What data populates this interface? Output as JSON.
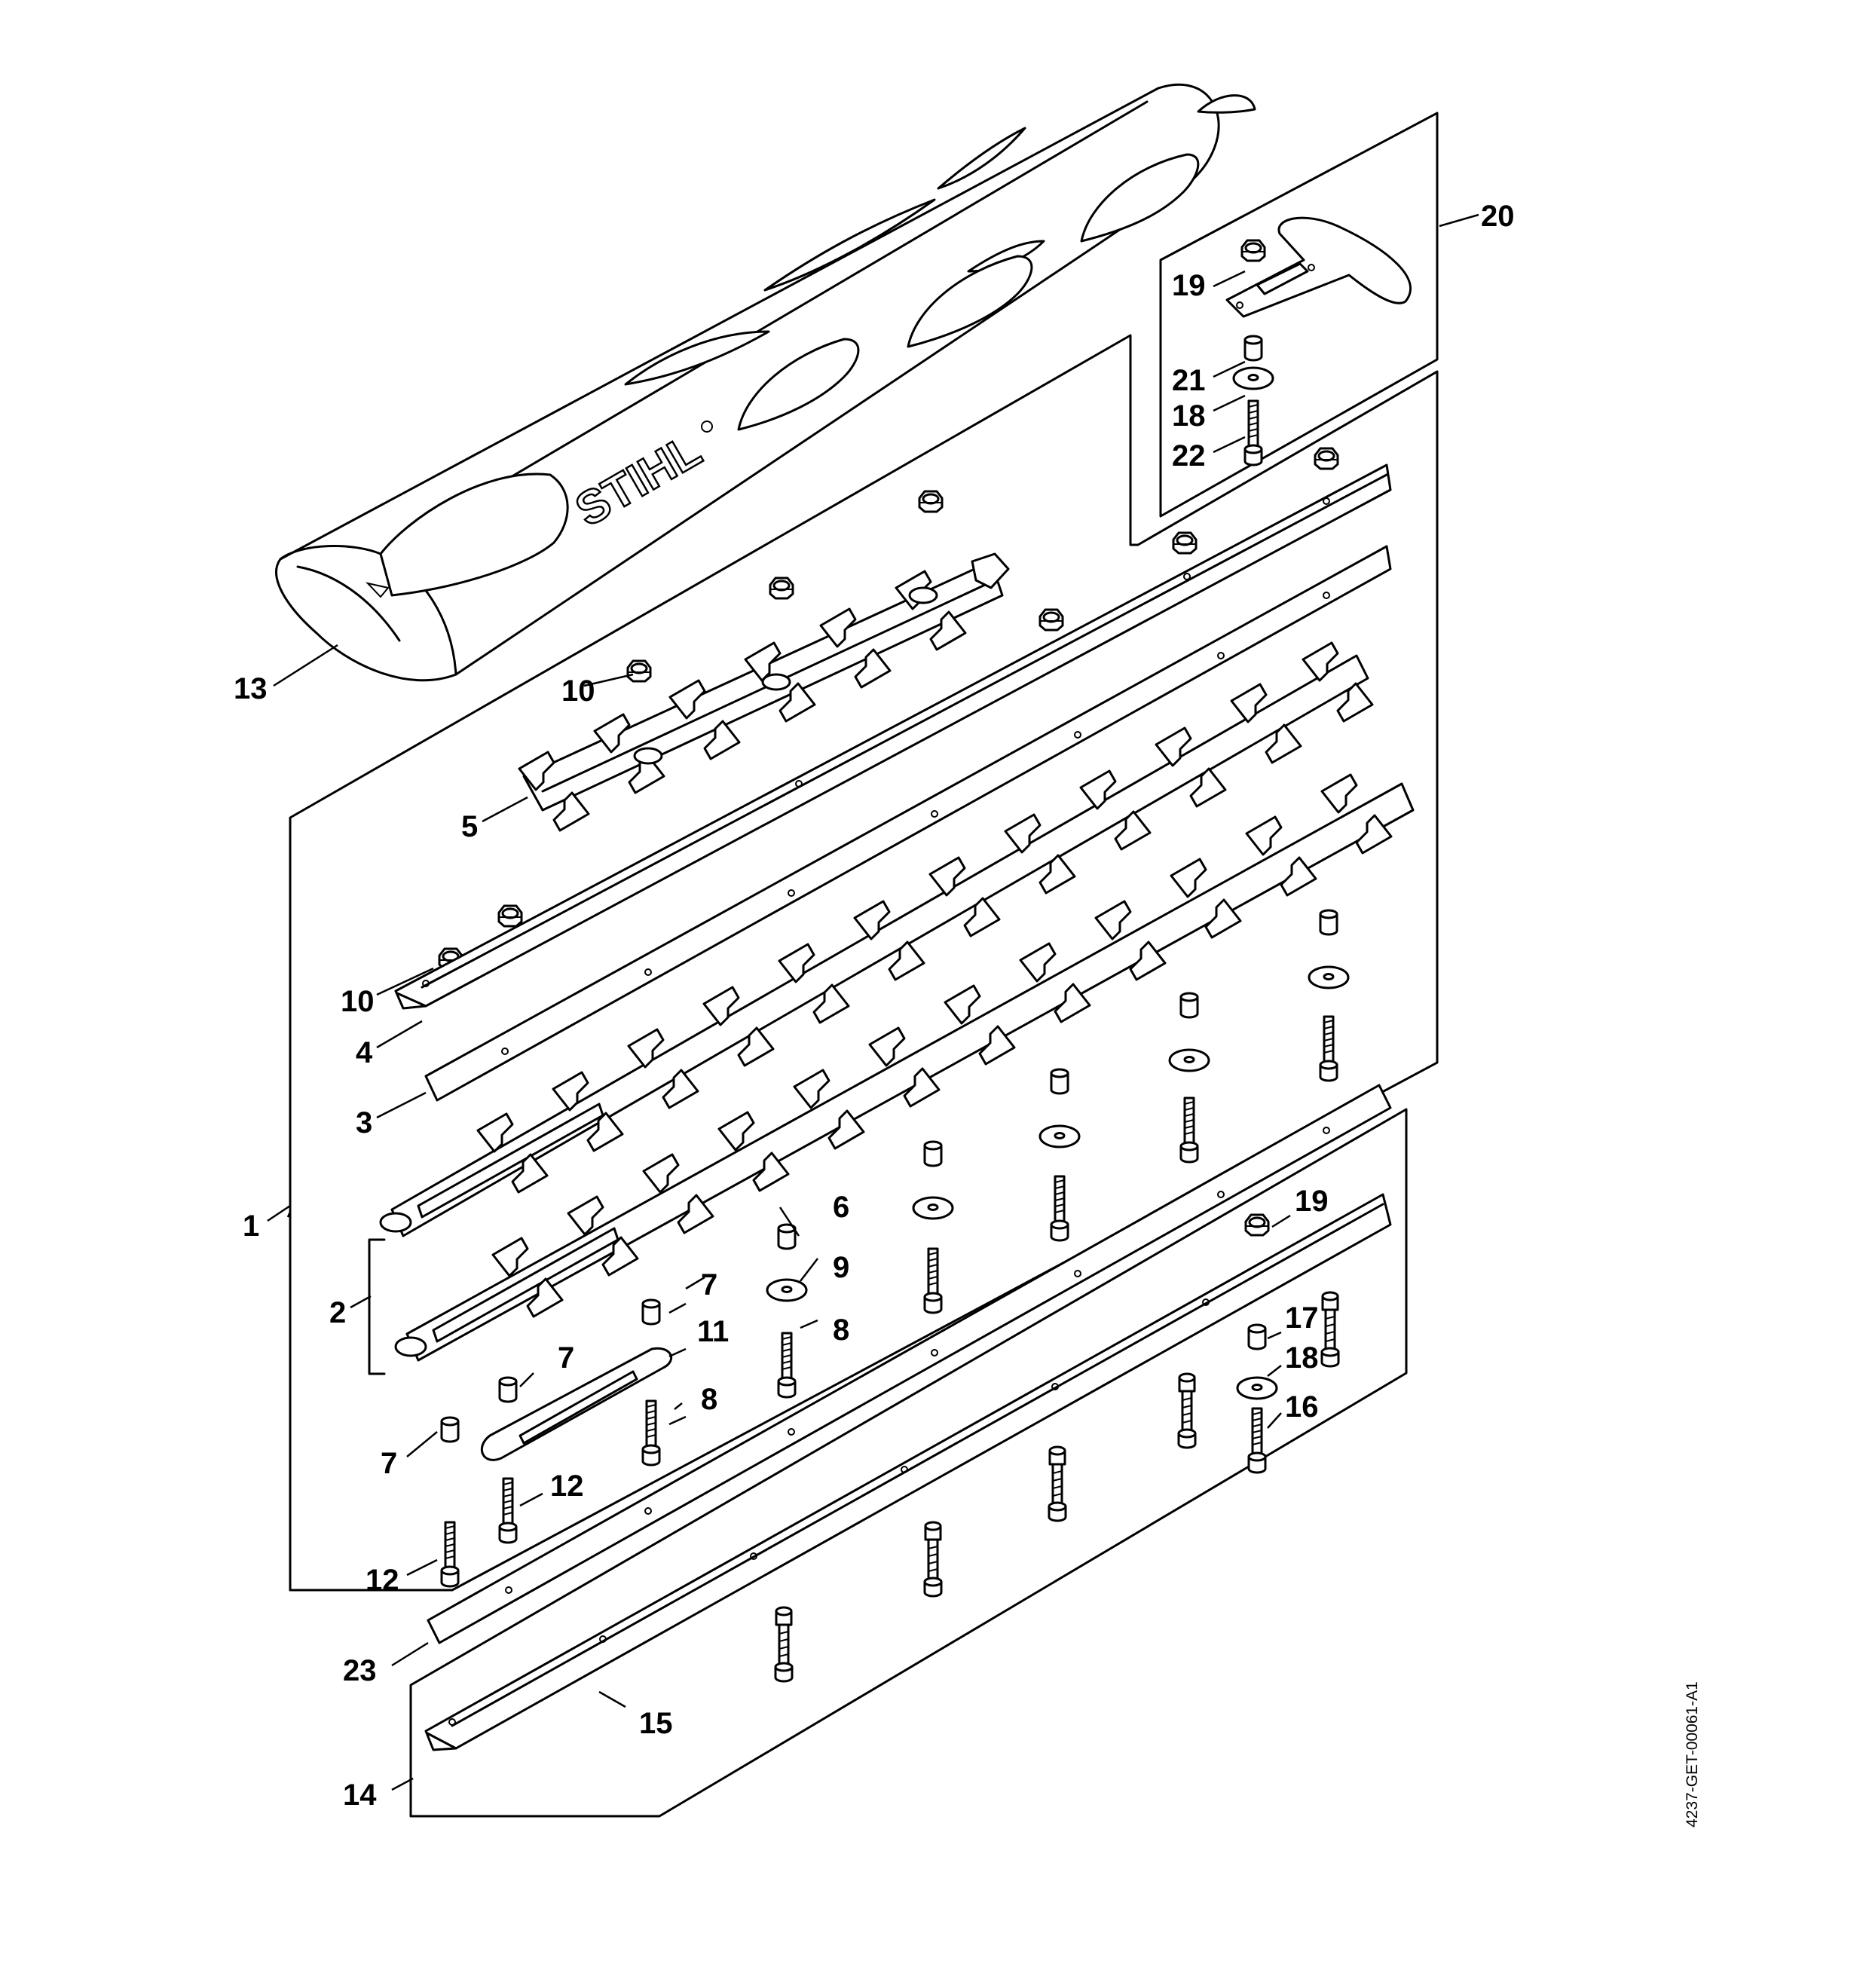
{
  "diagram": {
    "logo_text": "STIHL",
    "doc_id": "4237-GET-00061-A1",
    "labels": [
      {
        "id": "l1",
        "text": "1"
      },
      {
        "id": "l2",
        "text": "2"
      },
      {
        "id": "l3",
        "text": "3"
      },
      {
        "id": "l4",
        "text": "4"
      },
      {
        "id": "l5",
        "text": "5"
      },
      {
        "id": "l6",
        "text": "6"
      },
      {
        "id": "l7a",
        "text": "7"
      },
      {
        "id": "l7b",
        "text": "7"
      },
      {
        "id": "l7c",
        "text": "7"
      },
      {
        "id": "l8a",
        "text": "8"
      },
      {
        "id": "l8b",
        "text": "8"
      },
      {
        "id": "l9",
        "text": "9"
      },
      {
        "id": "l10a",
        "text": "10"
      },
      {
        "id": "l10b",
        "text": "10"
      },
      {
        "id": "l11",
        "text": "11"
      },
      {
        "id": "l12a",
        "text": "12"
      },
      {
        "id": "l12b",
        "text": "12"
      },
      {
        "id": "l13",
        "text": "13"
      },
      {
        "id": "l14",
        "text": "14"
      },
      {
        "id": "l15",
        "text": "15"
      },
      {
        "id": "l16",
        "text": "16"
      },
      {
        "id": "l17",
        "text": "17"
      },
      {
        "id": "l18a",
        "text": "18"
      },
      {
        "id": "l18b",
        "text": "18"
      },
      {
        "id": "l19a",
        "text": "19"
      },
      {
        "id": "l19b",
        "text": "19"
      },
      {
        "id": "l20",
        "text": "20"
      },
      {
        "id": "l21",
        "text": "21"
      },
      {
        "id": "l22",
        "text": "22"
      },
      {
        "id": "l23",
        "text": "23"
      }
    ]
  }
}
